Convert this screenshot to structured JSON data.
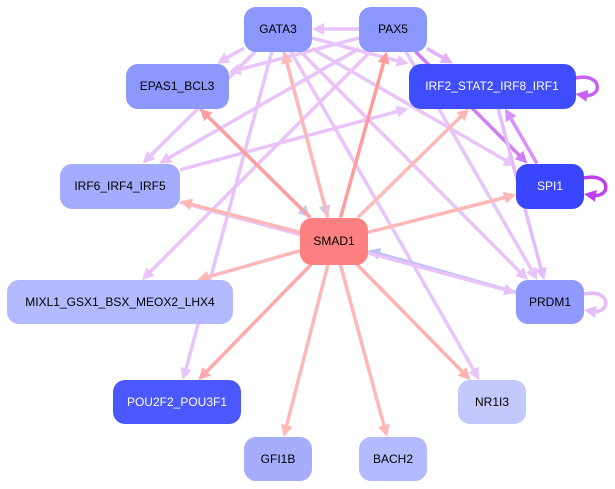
{
  "nodes": [
    {
      "id": "GATA3",
      "label": "GATA3",
      "color": "#8b97fb",
      "text": "#000000"
    },
    {
      "id": "PAX5",
      "label": "PAX5",
      "color": "#8b97fb",
      "text": "#000000"
    },
    {
      "id": "EPAS1_BCL3",
      "label": "EPAS1_BCL3",
      "color": "#8c98fb",
      "text": "#000000"
    },
    {
      "id": "IRF2_STAT2_IRF8_IRF1",
      "label": "IRF2_STAT2_IRF8_IRF1",
      "color": "#3f4dfc",
      "text": "#ffffff"
    },
    {
      "id": "IRF6_IRF4_IRF5",
      "label": "IRF6_IRF4_IRF5",
      "color": "#a4acfd",
      "text": "#000000"
    },
    {
      "id": "SPI1",
      "label": "SPI1",
      "color": "#3a46fd",
      "text": "#ffffff"
    },
    {
      "id": "SMAD1",
      "label": "SMAD1",
      "color": "#ff8080",
      "text": "#000000"
    },
    {
      "id": "MIXL1_GSX1_BSX_MEOX2_LHX4",
      "label": "MIXL1_GSX1_BSX_MEOX2_LHX4",
      "color": "#b3bafd",
      "text": "#000000"
    },
    {
      "id": "PRDM1",
      "label": "PRDM1",
      "color": "#8f9afc",
      "text": "#000000"
    },
    {
      "id": "POU2F2_POU3F1",
      "label": "POU2F2_POU3F1",
      "color": "#4a58fd",
      "text": "#ffffff"
    },
    {
      "id": "NR1I3",
      "label": "NR1I3",
      "color": "#c4c9fd",
      "text": "#000000"
    },
    {
      "id": "GFI1B",
      "label": "GFI1B",
      "color": "#a5adfc",
      "text": "#000000"
    },
    {
      "id": "BACH2",
      "label": "BACH2",
      "color": "#b3bafd",
      "text": "#000000"
    }
  ],
  "edges": [
    {
      "s": "PAX5",
      "t": "GATA3",
      "color": "#e8c4fb"
    },
    {
      "s": "PAX5",
      "t": "EPAS1_BCL3",
      "color": "#e8c4fb"
    },
    {
      "s": "PAX5",
      "t": "IRF2_STAT2_IRF8_IRF1",
      "color": "#e0b0fb"
    },
    {
      "s": "PAX5",
      "t": "IRF6_IRF4_IRF5",
      "color": "#e8c4fb"
    },
    {
      "s": "PAX5",
      "t": "SPI1",
      "color": "#cf7ef5"
    },
    {
      "s": "PAX5",
      "t": "PRDM1",
      "color": "#e8c4fb"
    },
    {
      "s": "PAX5",
      "t": "MIXL1_GSX1_BSX_MEOX2_LHX4",
      "color": "#e8c4fb"
    },
    {
      "s": "GATA3",
      "t": "EPAS1_BCL3",
      "color": "#e8c4fb"
    },
    {
      "s": "GATA3",
      "t": "IRF2_STAT2_IRF8_IRF1",
      "color": "#e8c4fb"
    },
    {
      "s": "GATA3",
      "t": "IRF6_IRF4_IRF5",
      "color": "#e8c4fb"
    },
    {
      "s": "GATA3",
      "t": "SPI1",
      "color": "#e8c4fb"
    },
    {
      "s": "GATA3",
      "t": "PRDM1",
      "color": "#e8c4fb"
    },
    {
      "s": "GATA3",
      "t": "NR1I3",
      "color": "#e8c4fb"
    },
    {
      "s": "GATA3",
      "t": "POU2F2_POU3F1",
      "color": "#e8c4fb"
    },
    {
      "s": "GATA3",
      "t": "SMAD1",
      "color": "#c4ccf8"
    },
    {
      "s": "EPAS1_BCL3",
      "t": "SMAD1",
      "color": "#c4ccf8"
    },
    {
      "s": "PRDM1",
      "t": "SMAD1",
      "color": "#b8c0f8"
    },
    {
      "s": "IRF6_IRF4_IRF5",
      "t": "IRF2_STAT2_IRF8_IRF1",
      "color": "#e8c4fb"
    },
    {
      "s": "IRF6_IRF4_IRF5",
      "t": "PRDM1",
      "color": "#e8c4fb"
    },
    {
      "s": "IRF2_STAT2_IRF8_IRF1",
      "t": "PRDM1",
      "color": "#e4bcfb"
    },
    {
      "s": "SPI1",
      "t": "IRF2_STAT2_IRF8_IRF1",
      "color": "#d890fb"
    },
    {
      "s": "SMAD1",
      "t": "GATA3",
      "color": "#ffb8b8"
    },
    {
      "s": "SMAD1",
      "t": "PAX5",
      "color": "#ff9c9c"
    },
    {
      "s": "SMAD1",
      "t": "EPAS1_BCL3",
      "color": "#ffa0a0"
    },
    {
      "s": "SMAD1",
      "t": "IRF2_STAT2_IRF8_IRF1",
      "color": "#ffb8b8"
    },
    {
      "s": "SMAD1",
      "t": "IRF6_IRF4_IRF5",
      "color": "#ffb8b8"
    },
    {
      "s": "SMAD1",
      "t": "SPI1",
      "color": "#ffb8b8"
    },
    {
      "s": "SMAD1",
      "t": "MIXL1_GSX1_BSX_MEOX2_LHX4",
      "color": "#ffb8b8"
    },
    {
      "s": "SMAD1",
      "t": "POU2F2_POU3F1",
      "color": "#ffaaaa"
    },
    {
      "s": "SMAD1",
      "t": "GFI1B",
      "color": "#ffb8b8"
    },
    {
      "s": "SMAD1",
      "t": "BACH2",
      "color": "#ffb8b8"
    },
    {
      "s": "SMAD1",
      "t": "NR1I3",
      "color": "#ffb0b0"
    },
    {
      "s": "IRF2_STAT2_IRF8_IRF1",
      "t": "IRF2_STAT2_IRF8_IRF1",
      "color": "#c860f5"
    },
    {
      "s": "SPI1",
      "t": "SPI1",
      "color": "#c040f0"
    },
    {
      "s": "PRDM1",
      "t": "PRDM1",
      "color": "#e4bcfb"
    }
  ]
}
